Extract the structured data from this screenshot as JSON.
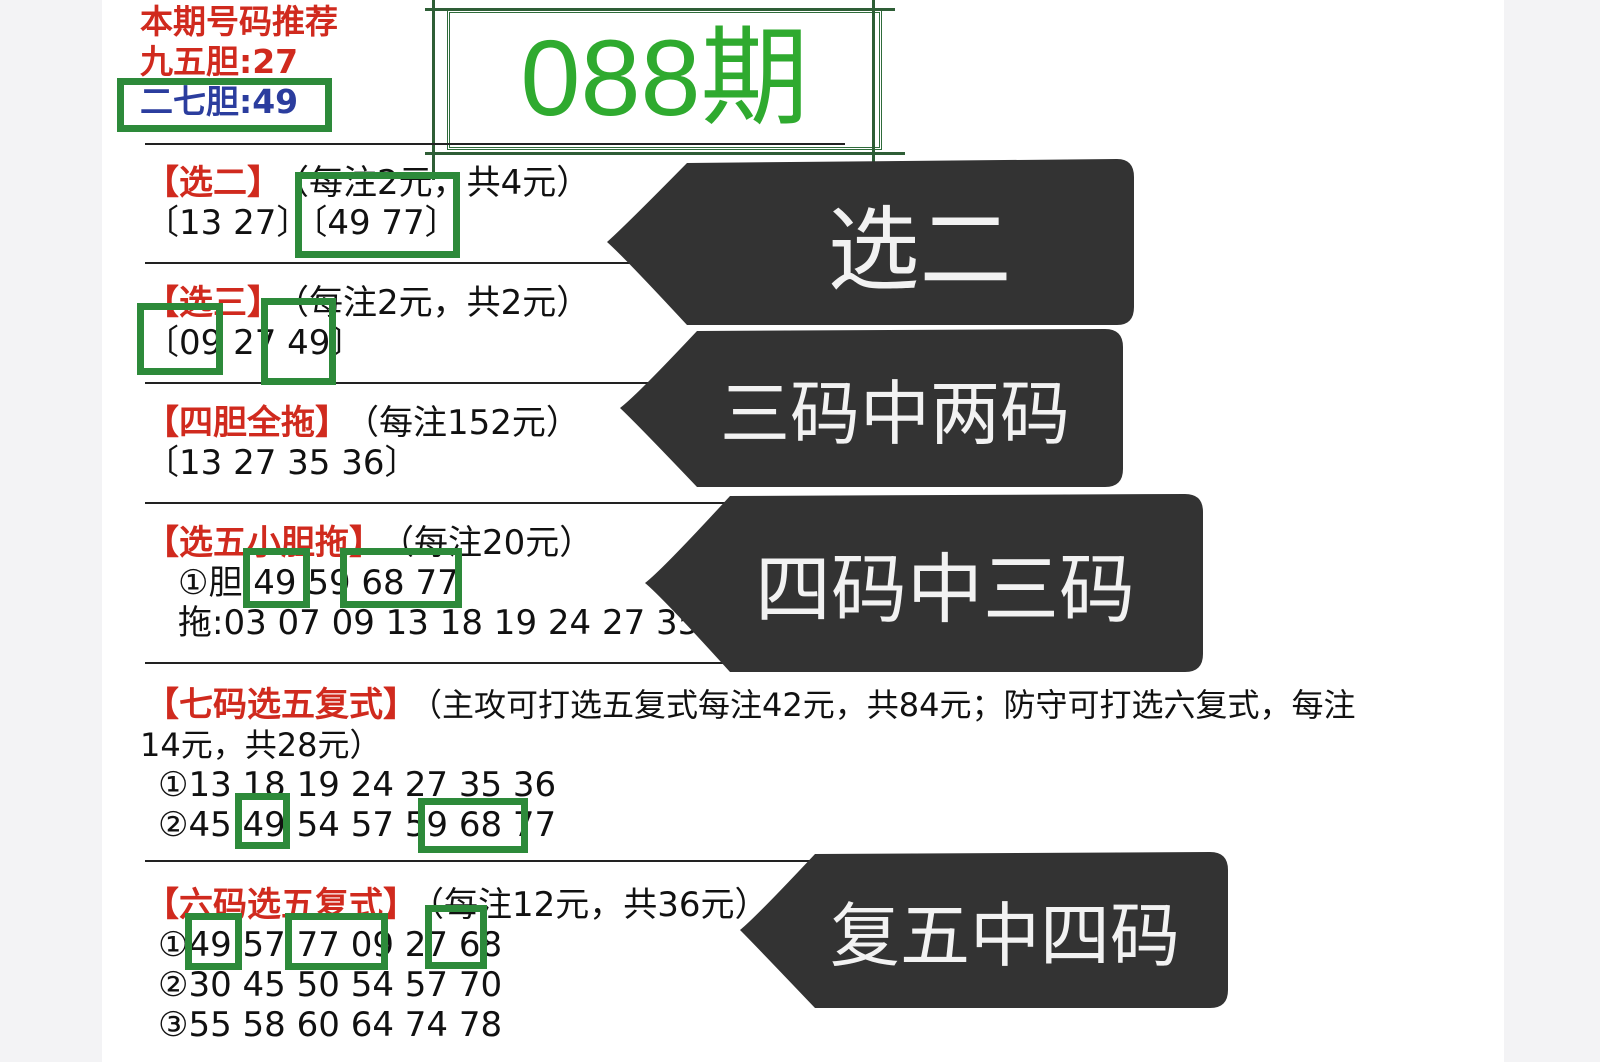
{
  "header": {
    "title": "本期号码推荐",
    "nine_five": "九五胆:27",
    "two_seven": "二七胆:49",
    "period": "088期"
  },
  "sections": {
    "pick2": {
      "title": "【选二】",
      "note": "（每注2元，共4元）",
      "line1": "〔13 27〕〔49 77〕"
    },
    "pick3": {
      "title": "【选三】",
      "note": "（每注2元，共2元）",
      "line1": "〔09 27 49〕"
    },
    "four": {
      "title": "【四胆全拖】",
      "note": "（每注152元）",
      "line1": "〔13 27 35 36〕"
    },
    "pick5": {
      "title": "【选五小胆拖】",
      "note": "（每注20元）",
      "line1": "①胆 49 59 68 77",
      "line2": "拖:03 07 09 13 18 19 24 27 35 36"
    },
    "seven": {
      "title": "【七码选五复式】",
      "note": "（主攻可打选五复式每注42元，共84元；防守可打选六复式，每注",
      "note2": "14元，共28元）",
      "line1": "①13 18 19 24 27 35 36",
      "line2": "②45 49 54 57 59 68 77"
    },
    "six": {
      "title": "【六码选五复式】",
      "note": "（每注12元，共36元）",
      "line1": "①49 57 77 09 27 68",
      "line2": "②30 45 50 54 57 70",
      "line3": "③55 58 60 64 74 78"
    }
  },
  "badges": {
    "b1": "选二",
    "b2": "三码中两码",
    "b3": "四码中三码",
    "b4": "复五中四码"
  },
  "colors": {
    "red": "#d02a1e",
    "blue": "#2b3d9e",
    "green_box": "#2d8a3a",
    "period_green": "#2faa2f",
    "badge_bg": "#333333"
  }
}
